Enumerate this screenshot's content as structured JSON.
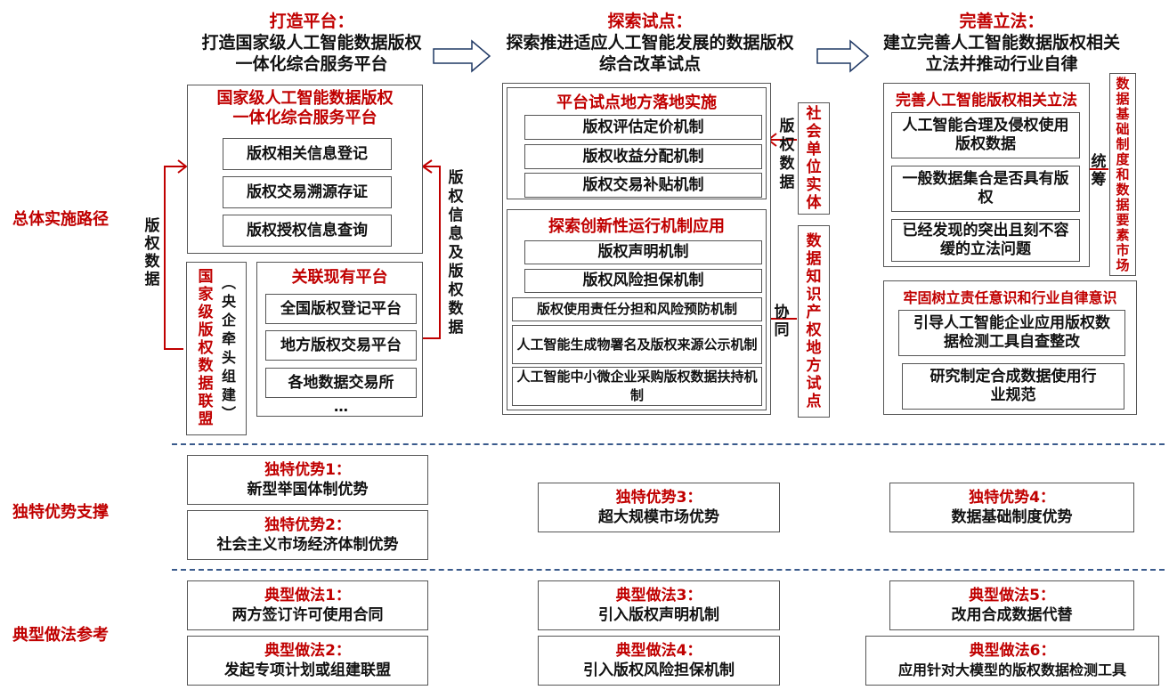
{
  "columns": [
    {
      "title": "打造平台：",
      "subtitle": "打造国家级人工智能数据版权\n一体化综合服务平台"
    },
    {
      "title": "探索试点：",
      "subtitle": "探索推进适应人工智能发展的数据版权\n综合改革试点"
    },
    {
      "title": "完善立法：",
      "subtitle": "建立完善人工智能数据版权相关\n立法并推动行业自律"
    }
  ],
  "row_labels": {
    "path": "总体实施路径",
    "advantages": "独特优势支撑",
    "practices": "典型做法参考"
  },
  "left_side_label": "版\n权\n数\n据",
  "platform": {
    "title": "国家级人工智能数据版权\n一体化综合服务平台",
    "items": [
      "版权相关信息登记",
      "版权交易溯源存证",
      "版权授权信息查询"
    ]
  },
  "alliance_label": "国\n家\n级\n版\n权\n数\n据\n联\n盟",
  "alliance_note": "︵\n央\n企\n牵\n头\n组\n建\n︶",
  "related": {
    "title": "关联现有平台",
    "items": [
      "全国版权登记平台",
      "地方版权交易平台",
      "各地数据交易所"
    ],
    "more": "…"
  },
  "mid_arrow_label": "版\n权\n信\n息\n及\n版\n权\n数\n据",
  "pilot": {
    "title": "平台试点地方落地实施",
    "items": [
      "版权评估定价机制",
      "版权收益分配机制",
      "版权交易补贴机制"
    ]
  },
  "innovation": {
    "title": "探索创新性运行机制应用",
    "items": [
      "版权声明机制",
      "版权风险担保机制",
      "版权使用责任分担和风险预防机制",
      "人工智能生成物署名及版权来源公示机制",
      "人工智能中小微企业采购版权数据扶持机制"
    ]
  },
  "pilot_side_label": "版\n权\n数\n据",
  "social_entity": "社\n会\n单\n位\n实\n体",
  "coop_label": "协\n同",
  "local_pilot": "数\n据\n知\n识\n产\n权\n地\n方\n试\n点",
  "legislation": {
    "title": "完善人工智能版权相关立法",
    "items": [
      "人工智能合理及侵权使用版权数据",
      "一般数据集合是否具有版权",
      "已经发现的突出且刻不容缓的立法问题"
    ]
  },
  "overall_label": "统\n筹",
  "data_market": "数\n据\n基\n础\n制\n度\n和\n数\n据\n要\n素\n市\n场",
  "selfdisc": {
    "title": "牢固树立责任意识和行业自律意识",
    "items": [
      "引导人工智能企业应用版权数据检测工具自查整改",
      "研究制定合成数据使用行业规范"
    ]
  },
  "advantages": [
    {
      "title": "独特优势1：",
      "text": "新型举国体制优势"
    },
    {
      "title": "独特优势2：",
      "text": "社会主义市场经济体制优势"
    },
    {
      "title": "独特优势3：",
      "text": "超大规模市场优势"
    },
    {
      "title": "独特优势4：",
      "text": "数据基础制度优势"
    }
  ],
  "practices": [
    {
      "title": "典型做法1：",
      "text": "两方签订许可使用合同"
    },
    {
      "title": "典型做法2：",
      "text": "发起专项计划或组建联盟"
    },
    {
      "title": "典型做法3：",
      "text": "引入版权声明机制"
    },
    {
      "title": "典型做法4：",
      "text": "引入版权风险担保机制"
    },
    {
      "title": "典型做法5：",
      "text": "改用合成数据代替"
    },
    {
      "title": "典型做法6：",
      "text": "应用针对大模型的版权数据检测工具"
    }
  ],
  "colors": {
    "accent": "#c00000",
    "arrow": "#1f3864",
    "divider": "#3a5a8c"
  }
}
